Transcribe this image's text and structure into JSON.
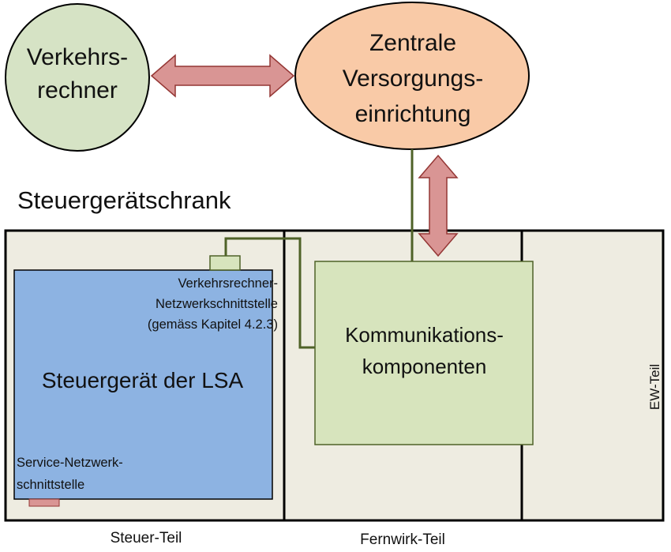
{
  "nodes": {
    "verkehrsrechner": {
      "lines": [
        "Verkehrs-",
        "rechner"
      ]
    },
    "zentrale": {
      "lines": [
        "Zentrale",
        "Versorgungs-",
        "einrichtung"
      ]
    }
  },
  "cabinet": {
    "title": "Steuergerätschrank",
    "steuergeraet": "Steuergerät der LSA",
    "vr_interface": [
      "Verkehrsrechner-",
      "Netzwerkschnittstelle",
      "(gemäss Kapitel 4.2.3)"
    ],
    "service_interface": [
      "Service-Netzwerk-",
      "schnittstelle"
    ],
    "kommunikation": [
      "Kommunikations-",
      "komponenten"
    ],
    "sections": {
      "steuer": "Steuer-Teil",
      "fernwirk": "Fernwirk-Teil",
      "ew": "EW-Teil"
    }
  },
  "colors": {
    "green_ellipse": "#d6e3c5",
    "orange_ellipse": "#f9caa7",
    "arrow_fill": "#d99594",
    "cabinet_bg": "#eeece1",
    "steuergeraet_fill": "#8db3e2",
    "komm_fill": "#d7e4bd",
    "connector_green": "#4f6228"
  }
}
